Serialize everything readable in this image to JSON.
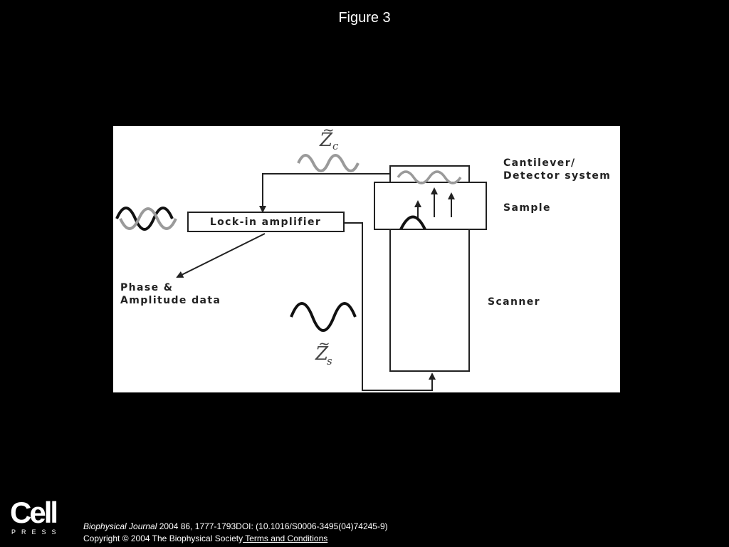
{
  "slide": {
    "title": "Figure 3"
  },
  "diagram": {
    "labels": {
      "cantilever_line1": "Cantilever/",
      "cantilever_line2": "Detector system",
      "sample": "Sample",
      "lockin": "Lock-in amplifier",
      "phase_line1": "Phase &",
      "phase_line2": "Amplitude data",
      "scanner": "Scanner"
    },
    "math": {
      "zc_base": "Z",
      "zc_sub": "c",
      "zs_base": "Z",
      "zs_sub": "s",
      "tilde": "~"
    },
    "colors": {
      "dark_wave": "#111111",
      "light_wave": "#9a9a9a",
      "line": "#222222"
    }
  },
  "footer": {
    "logo_word": "Cell",
    "logo_press": "PRESS",
    "journal": "Biophysical Journal",
    "citation_rest": " 2004 86, 1777-1793DOI: (10.1016/S0006-3495(04)74245-9)",
    "copyright": "Copyright © 2004 The Biophysical Society",
    "terms_link": " Terms and Conditions"
  }
}
